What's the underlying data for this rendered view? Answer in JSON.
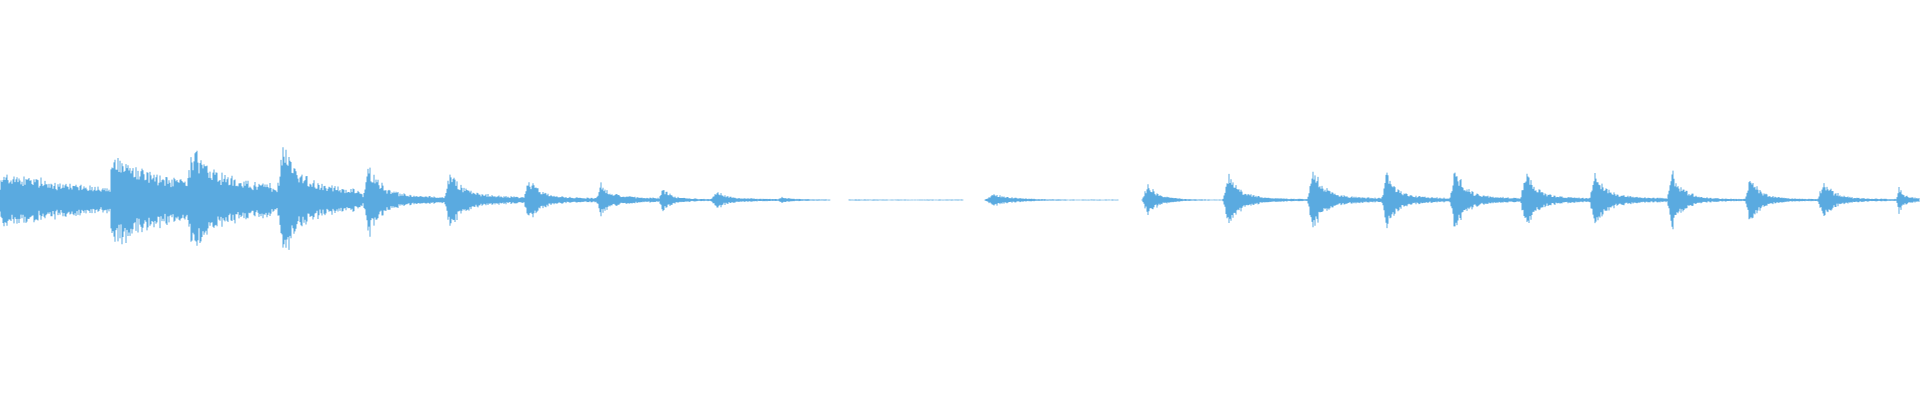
{
  "waveform": {
    "color": "#5aaae0",
    "segments": [
      {
        "start": 0.0,
        "end": 0.058,
        "amplitude": 0.12,
        "onset_peak": 0.18
      },
      {
        "start": 0.058,
        "end": 0.098,
        "amplitude": 0.18,
        "onset_peak": 0.32
      },
      {
        "start": 0.098,
        "end": 0.145,
        "amplitude": 0.14,
        "onset_peak": 0.34
      },
      {
        "start": 0.145,
        "end": 0.189,
        "amplitude": 0.1,
        "onset_peak": 0.39
      },
      {
        "start": 0.189,
        "end": 0.232,
        "amplitude": 0.03,
        "onset_peak": 0.24
      },
      {
        "start": 0.232,
        "end": 0.273,
        "amplitude": 0.03,
        "onset_peak": 0.2
      },
      {
        "start": 0.273,
        "end": 0.311,
        "amplitude": 0.02,
        "onset_peak": 0.14
      },
      {
        "start": 0.311,
        "end": 0.343,
        "amplitude": 0.02,
        "onset_peak": 0.11
      },
      {
        "start": 0.343,
        "end": 0.371,
        "amplitude": 0.01,
        "onset_peak": 0.08
      },
      {
        "start": 0.371,
        "end": 0.405,
        "amplitude": 0.01,
        "onset_peak": 0.06
      },
      {
        "start": 0.405,
        "end": 0.433,
        "amplitude": 0.005,
        "onset_peak": 0.02
      },
      {
        "start": 0.442,
        "end": 0.502,
        "amplitude": 0.003,
        "onset_peak": 0.004
      },
      {
        "start": 0.513,
        "end": 0.583,
        "amplitude": 0.003,
        "onset_peak": 0.04
      },
      {
        "start": 0.595,
        "end": 0.6,
        "amplitude": 0.002,
        "onset_peak": 0.008
      },
      {
        "start": 0.595,
        "end": 0.637,
        "amplitude": 0.004,
        "onset_peak": 0.1
      },
      {
        "start": 0.637,
        "end": 0.681,
        "amplitude": 0.01,
        "onset_peak": 0.18
      },
      {
        "start": 0.681,
        "end": 0.72,
        "amplitude": 0.02,
        "onset_peak": 0.2
      },
      {
        "start": 0.72,
        "end": 0.755,
        "amplitude": 0.02,
        "onset_peak": 0.18
      },
      {
        "start": 0.755,
        "end": 0.792,
        "amplitude": 0.02,
        "onset_peak": 0.21
      },
      {
        "start": 0.792,
        "end": 0.828,
        "amplitude": 0.02,
        "onset_peak": 0.2
      },
      {
        "start": 0.828,
        "end": 0.868,
        "amplitude": 0.02,
        "onset_peak": 0.18
      },
      {
        "start": 0.868,
        "end": 0.909,
        "amplitude": 0.01,
        "onset_peak": 0.18
      },
      {
        "start": 0.909,
        "end": 0.947,
        "amplitude": 0.01,
        "onset_peak": 0.16
      },
      {
        "start": 0.947,
        "end": 0.988,
        "amplitude": 0.01,
        "onset_peak": 0.12
      },
      {
        "start": 0.988,
        "end": 1.0,
        "amplitude": 0.02,
        "onset_peak": 0.1
      }
    ]
  }
}
